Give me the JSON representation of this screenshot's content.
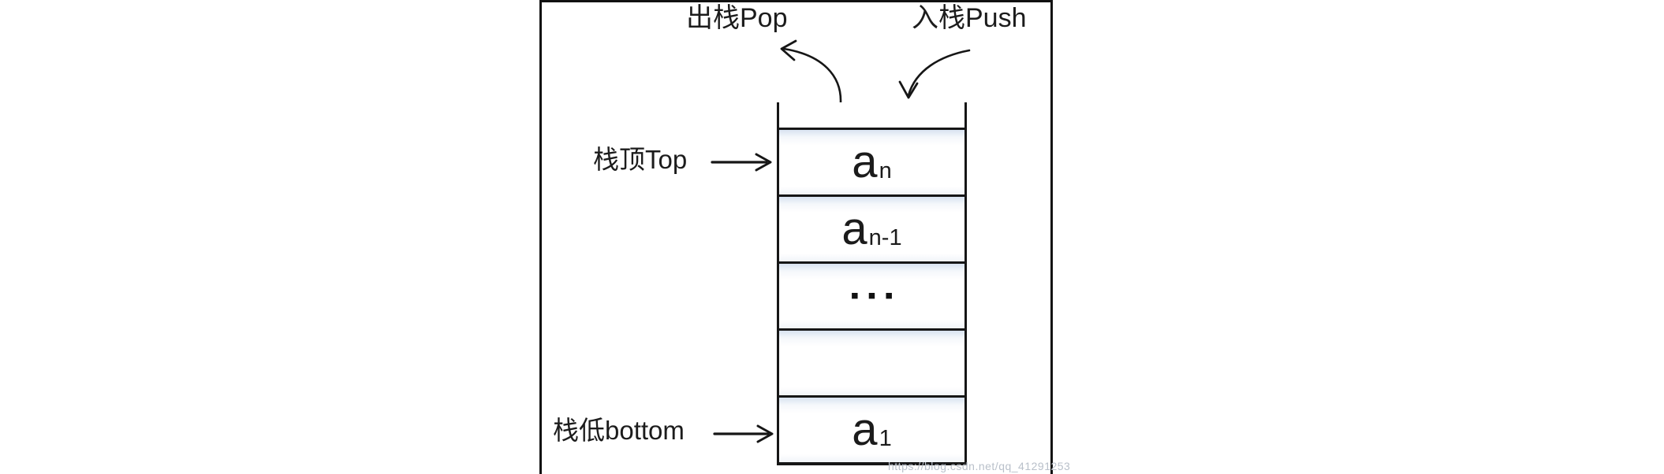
{
  "diagram": {
    "labels": {
      "pop": "出栈Pop",
      "push": "入栈Push",
      "top": "栈顶Top",
      "bottom": "栈低bottom"
    },
    "stack": {
      "cells": [
        {
          "base": "a",
          "sub": "n"
        },
        {
          "base": "a",
          "sub": "n-1"
        },
        {
          "dots": "▪▪▪"
        },
        {},
        {
          "base": "a",
          "sub": "1"
        }
      ]
    },
    "watermark": "https://blog.csdn.net/qq_41291253",
    "colors": {
      "line": "#161616",
      "frame": "#111111",
      "cell_tint": "#d9e3f0",
      "watermark": "#b9c0ca"
    }
  }
}
